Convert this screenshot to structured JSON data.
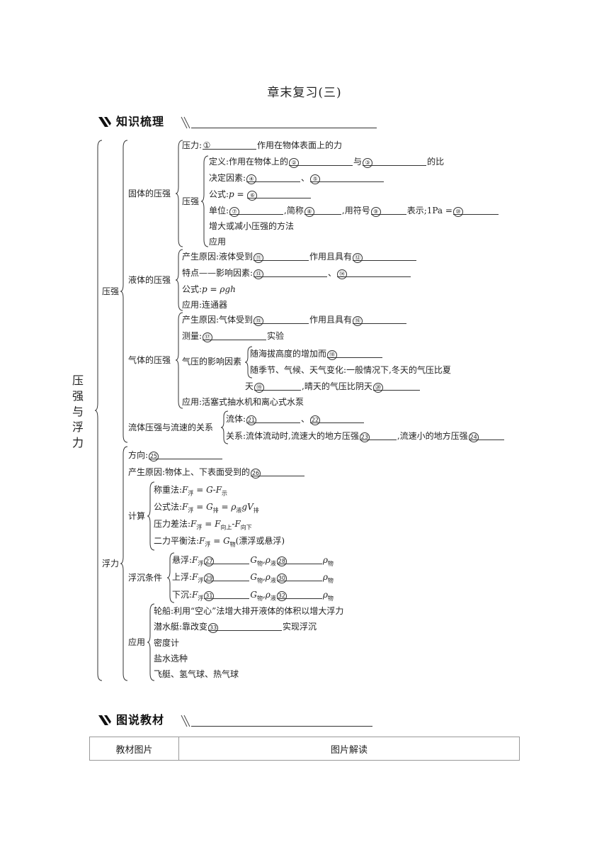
{
  "page_title": "章末复习(三)",
  "sections": {
    "knowledge": "知识梳理",
    "textbook": "图说教材"
  },
  "root": "压强与浮力",
  "pressure": {
    "label": "压强",
    "solid": {
      "label": "固体的压强",
      "force_pre": "压力:",
      "force_post": "作用在物体表面上的力",
      "pressure_label": "压强",
      "def_pre": "定义:作用在物体上的",
      "def_mid": "与",
      "def_post": "的比",
      "factors_pre": "决定因素:",
      "sep": "、",
      "formula_pre": "公式:",
      "unit_pre": "单位:",
      "unit_short": ",简称",
      "unit_symbol": ",用符号",
      "unit_show": "表示;1Pa =",
      "methods": "增大或减小压强的方法",
      "apply": "应用"
    },
    "liquid": {
      "label": "液体的压强",
      "cause_pre": "产生原因:液体受到",
      "cause_mid": "作用且具有",
      "feature_pre": "特点——影响因素:",
      "sep": "、",
      "formula": "公式:",
      "apply": "应用:连通器"
    },
    "gas": {
      "label": "气体的压强",
      "cause_pre": "产生原因:气体受到",
      "cause_mid": "作用且具有",
      "measure_pre": "测量:",
      "measure_post": "实验",
      "factor_label": "气压的影响因素",
      "altitude": "随海拔高度的增加而",
      "season": "随季节、气候、天气变化:一般情况下,冬天的气压比夏",
      "season2_pre": "天",
      "season2_mid": ",晴天的气压比阴天",
      "apply": "应用:活塞式抽水机和离心式水泵"
    },
    "fluid": {
      "label": "流体压强与流速的关系",
      "fluid_pre": "流体:",
      "sep": "、",
      "rel_pre": "关系:流体流动时,流速大的地方压强",
      "rel_mid": ",流速小的地方压强"
    }
  },
  "buoyancy": {
    "label": "浮力",
    "direction": "方向:",
    "cause": "产生原因:物体上、下表面受到的",
    "calc_label": "计算",
    "weigh": "称重法:",
    "formula_m": "公式法:",
    "diff": "压力差法:",
    "balance": "二力平衡法:",
    "balance_post": "(漂浮或悬浮)",
    "float_label": "浮沉条件",
    "suspend": "悬浮:",
    "rise": "上浮:",
    "sink": "下沉:",
    "apply_label": "应用",
    "ship": "轮船:利用“空心”法增大排开液体的体积以增大浮力",
    "sub_pre": "潜水艇:靠改变",
    "sub_post": "实现浮沉",
    "hydrometer": "密度计",
    "seed": "盐水选种",
    "air": "飞艇、氢气球、热气球"
  },
  "numbers": [
    "①",
    "②",
    "③",
    "④",
    "⑤",
    "⑥",
    "⑦",
    "⑧",
    "⑨",
    "⑩",
    "⑪",
    "⑫",
    "⑬",
    "⑭",
    "⑮",
    "⑯",
    "⑰",
    "⑱",
    "⑲",
    "⑳",
    "21",
    "22",
    "23",
    "24",
    "25",
    "26",
    "27",
    "28",
    "29",
    "30",
    "31",
    "32",
    "33"
  ],
  "table": {
    "col1": "教材图片",
    "col2": "图片解读"
  }
}
